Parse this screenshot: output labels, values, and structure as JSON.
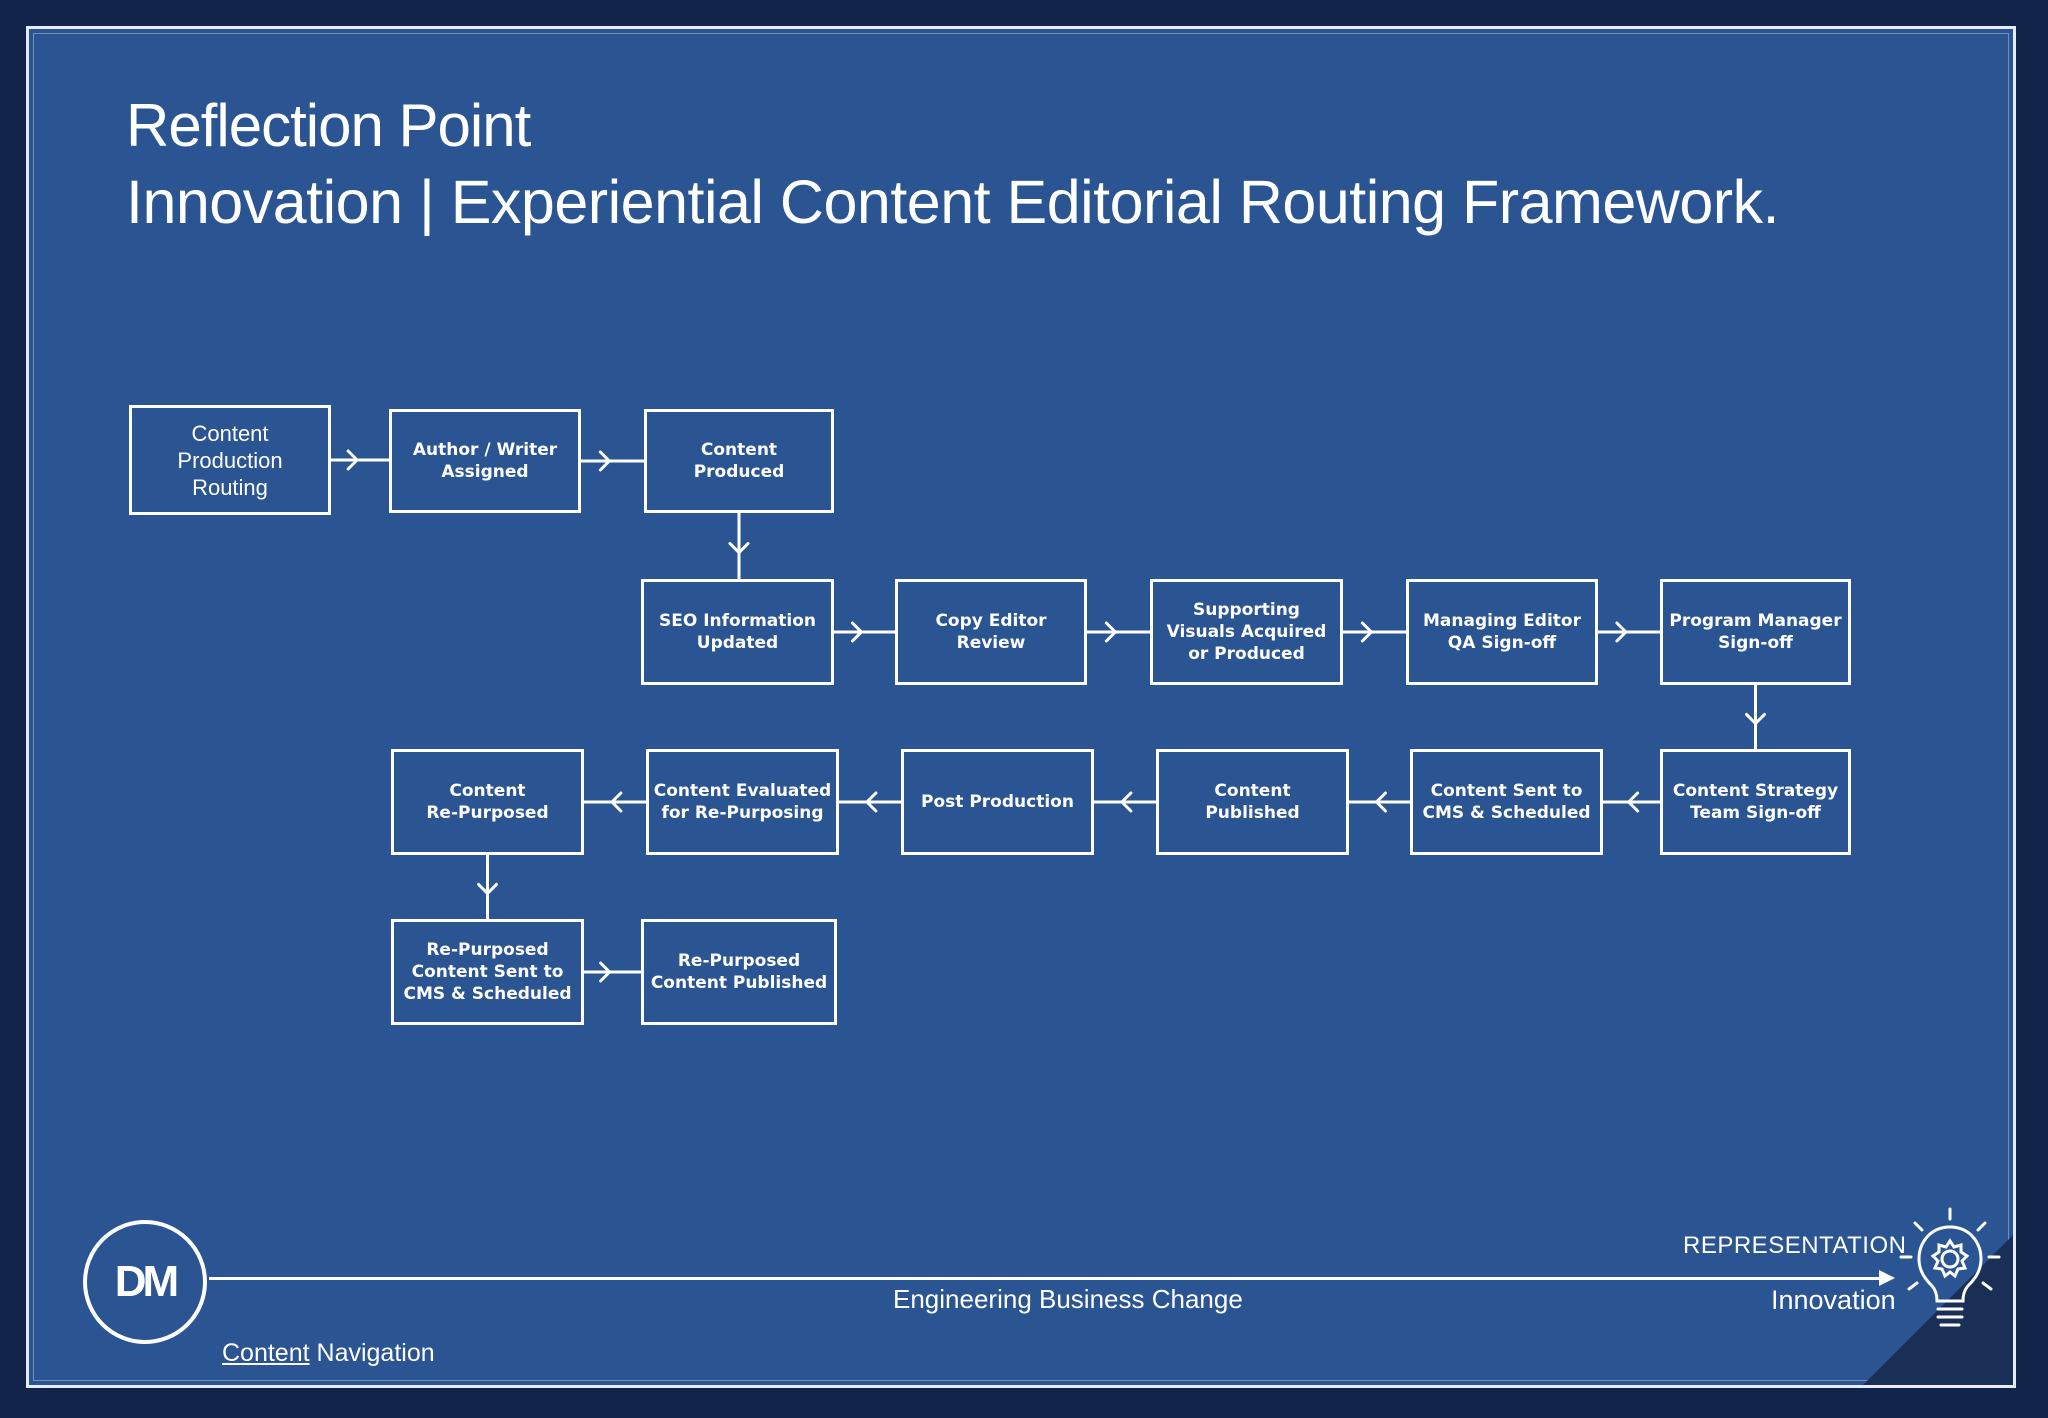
{
  "header": {
    "title_line1": "Reflection Point",
    "title_line2": "Innovation | Experiential Content Editorial Routing Framework."
  },
  "flow": {
    "nodes": [
      {
        "id": "content-production-routing",
        "label": "Content\nProduction\nRouting"
      },
      {
        "id": "author-writer-assigned",
        "label": "Author / Writer\nAssigned"
      },
      {
        "id": "content-produced",
        "label": "Content\nProduced"
      },
      {
        "id": "seo-information-updated",
        "label": "SEO Information\nUpdated"
      },
      {
        "id": "copy-editor-review",
        "label": "Copy Editor\nReview"
      },
      {
        "id": "supporting-visuals",
        "label": "Supporting\nVisuals Acquired\nor Produced"
      },
      {
        "id": "managing-editor-qa",
        "label": "Managing Editor\nQA Sign-off"
      },
      {
        "id": "program-manager-signoff",
        "label": "Program Manager\nSign-off"
      },
      {
        "id": "content-strategy-signoff",
        "label": "Content Strategy\nTeam Sign-off"
      },
      {
        "id": "content-sent-cms",
        "label": "Content Sent to\nCMS & Scheduled"
      },
      {
        "id": "content-published",
        "label": "Content\nPublished"
      },
      {
        "id": "post-production",
        "label": "Post Production"
      },
      {
        "id": "content-evaluated",
        "label": "Content Evaluated\nfor Re-Purposing"
      },
      {
        "id": "content-repurposed",
        "label": "Content\nRe-Purposed"
      },
      {
        "id": "repurposed-sent-cms",
        "label": "Re-Purposed\nContent Sent to\nCMS & Scheduled"
      },
      {
        "id": "repurposed-published",
        "label": "Re-Purposed\nContent Published"
      }
    ],
    "edges": [
      [
        "content-production-routing",
        "author-writer-assigned"
      ],
      [
        "author-writer-assigned",
        "content-produced"
      ],
      [
        "content-produced",
        "seo-information-updated"
      ],
      [
        "seo-information-updated",
        "copy-editor-review"
      ],
      [
        "copy-editor-review",
        "supporting-visuals"
      ],
      [
        "supporting-visuals",
        "managing-editor-qa"
      ],
      [
        "managing-editor-qa",
        "program-manager-signoff"
      ],
      [
        "program-manager-signoff",
        "content-strategy-signoff"
      ],
      [
        "content-strategy-signoff",
        "content-sent-cms"
      ],
      [
        "content-sent-cms",
        "content-published"
      ],
      [
        "content-published",
        "post-production"
      ],
      [
        "post-production",
        "content-evaluated"
      ],
      [
        "content-evaluated",
        "content-repurposed"
      ],
      [
        "content-repurposed",
        "repurposed-sent-cms"
      ],
      [
        "repurposed-sent-cms",
        "repurposed-published"
      ]
    ]
  },
  "footer": {
    "logo_text": "DM",
    "nav_link_word1": "Content",
    "nav_link_word2": " Navigation",
    "center_text": "Engineering Business Change",
    "representation_text": "REPRESENTATION",
    "innovation_text": "Innovation",
    "bulb_icon": "lightbulb-gear-icon"
  },
  "colors": {
    "background": "#2a5592",
    "outer": "#12244a",
    "lines": "#ffffff"
  }
}
